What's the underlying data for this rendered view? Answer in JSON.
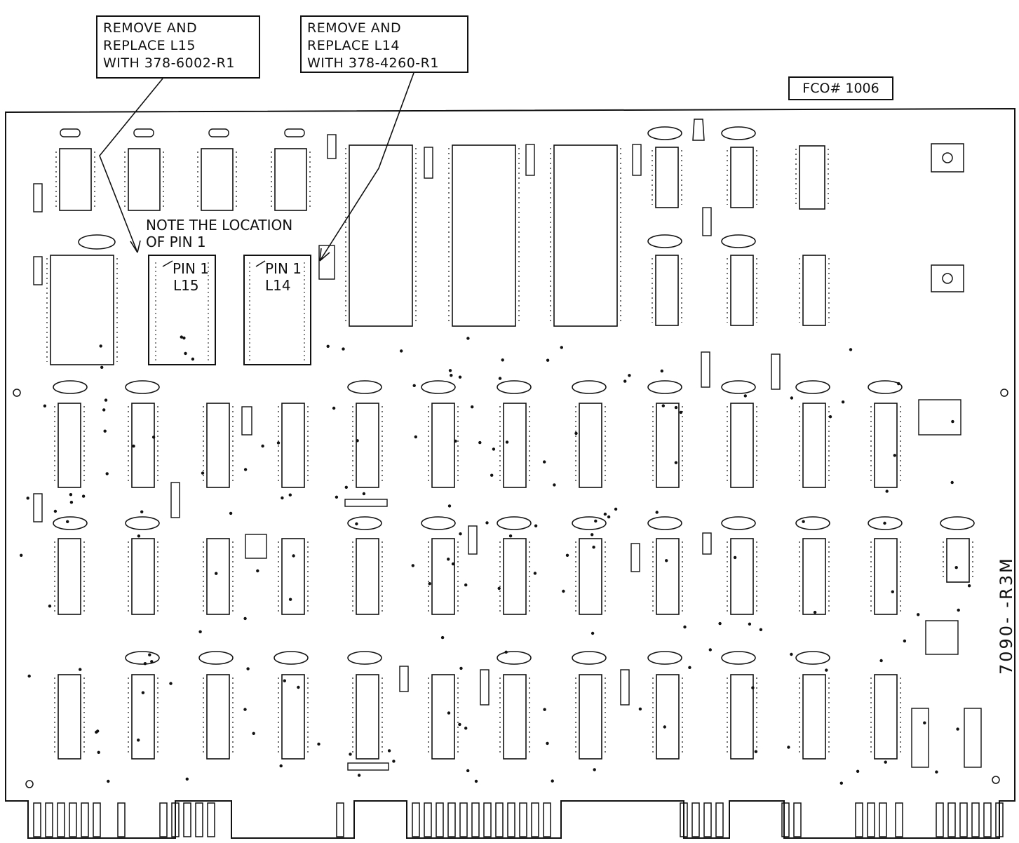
{
  "callouts": {
    "l15": {
      "line1": "REMOVE AND",
      "line2": "REPLACE L15",
      "line3": "WITH 378-6002-R1"
    },
    "l14": {
      "line1": "REMOVE AND",
      "line2": "REPLACE L14",
      "line3": "WITH 378-4260-R1"
    }
  },
  "fco_label": "FCO# 1006",
  "note": {
    "line1": "NOTE THE LOCATION",
    "line2": "OF PIN 1"
  },
  "chips": {
    "l15": {
      "pin_label": "PIN 1",
      "ref": "L15"
    },
    "l14": {
      "pin_label": "PIN 1",
      "ref": "L14"
    }
  },
  "board_part_number": "7090- -R3M",
  "colors": {
    "ink": "#111111",
    "paper": "#ffffff"
  }
}
